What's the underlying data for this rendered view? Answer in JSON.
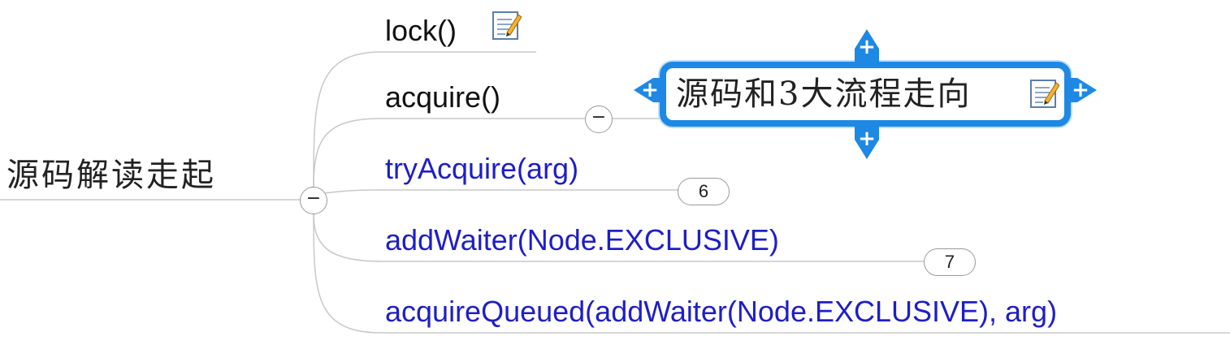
{
  "mindmap": {
    "root_topic": "源码解读走起",
    "children": [
      {
        "label": "lock()",
        "has_note": true
      },
      {
        "label": "acquire()",
        "has_note": false
      },
      {
        "label": "tryAcquire(arg)",
        "collapsed_count": "6"
      },
      {
        "label": "addWaiter(Node.EXCLUSIVE)",
        "collapsed_count": "7"
      },
      {
        "label": "acquireQueued(addWaiter(Node.EXCLUSIVE), arg)"
      }
    ],
    "floating_topic": {
      "label": "源码和3大流程走向",
      "has_note": true
    },
    "collapse_symbol": "−",
    "add_symbol": "+"
  },
  "colors": {
    "topic_text_black": "#111111",
    "topic_text_blue": "#1e1ec8",
    "connector": "#c8c8c8",
    "selection_blue": "#1e88e5"
  },
  "icons": [
    "note-icon",
    "collapse-icon",
    "add-topic-icon"
  ]
}
